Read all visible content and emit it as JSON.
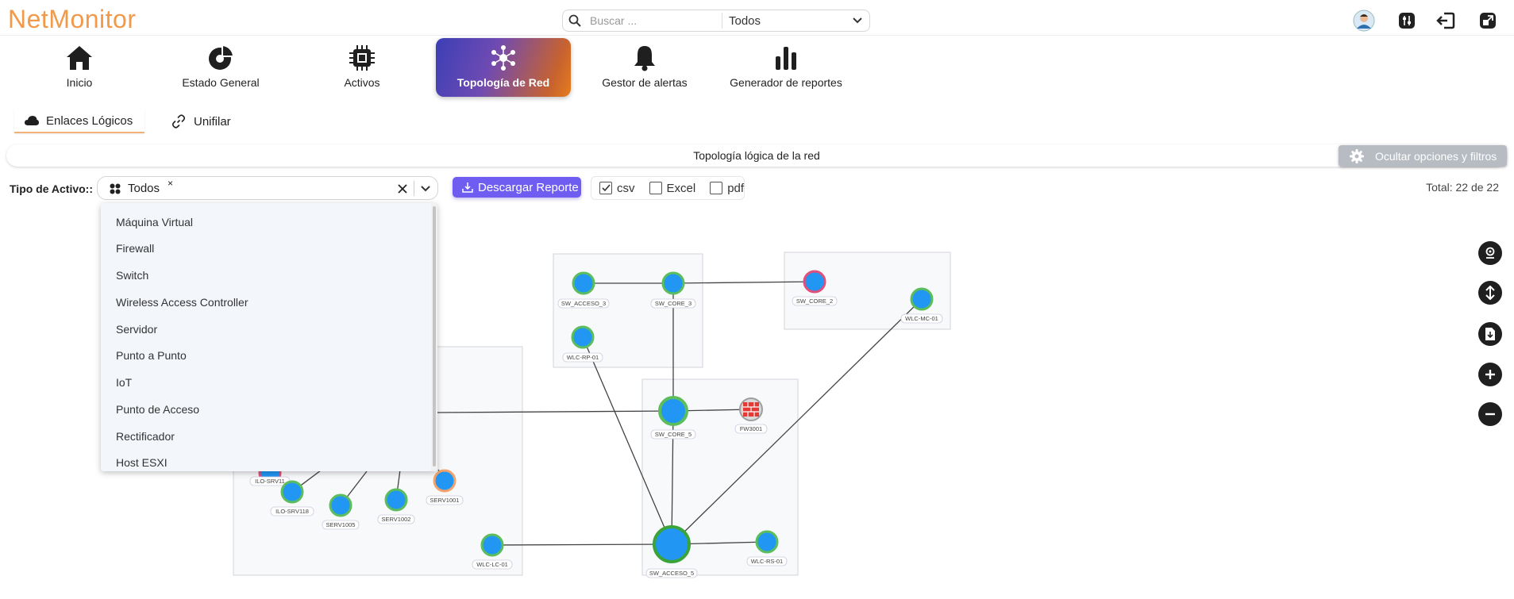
{
  "app": {
    "logo": "NetMonitor"
  },
  "search": {
    "placeholder": "Buscar ...",
    "scope_value": "Todos"
  },
  "nav": {
    "items": [
      {
        "label": "Inicio",
        "icon": "home-icon"
      },
      {
        "label": "Estado General",
        "icon": "chart-pie-icon"
      },
      {
        "label": "Activos",
        "icon": "chip-icon"
      },
      {
        "label": "Topología de Red",
        "icon": "network-icon",
        "active": true
      },
      {
        "label": "Gestor de alertas",
        "icon": "bell-icon"
      },
      {
        "label": "Generador de reportes",
        "icon": "bar-chart-icon"
      }
    ]
  },
  "subtabs": {
    "logical": "Enlaces Lógicos",
    "unifilar": "Unifilar"
  },
  "panel": {
    "title": "Topología lógica de la red",
    "hide_options": "Ocultar opciones y filtros",
    "asset_type_label": "Tipo de Activo::",
    "selected_chip": "Todos",
    "chip_remove": "×",
    "download_button": "Descargar Reporte",
    "formats": {
      "csv": "csv",
      "excel": "Excel",
      "pdf": "pdf"
    },
    "csv_checked": true,
    "total": "Total: 22 de 22"
  },
  "dropdown": {
    "options": [
      "Máquina Virtual",
      "Firewall",
      "Switch",
      "Wireless Access Controller",
      "Servidor",
      "Punto a Punto",
      "IoT",
      "Punto de Acceso",
      "Rectificador",
      "Host ESXI"
    ]
  },
  "topology": {
    "nodes": {
      "sw_acceso_3": "SW_ACCESO_3",
      "sw_core_3": "SW_CORE_3",
      "wlc_rp_01": "WLC-RP-01",
      "sw_core_2": "SW_CORE_2",
      "wlc_mc_01": "WLC-MC-01",
      "sw_core_5": "SW_CORE_5",
      "fw3001": "FW3001",
      "sw_acceso_5": "SW_ACCESO_5",
      "wlc_rs_01": "WLC-RS-01",
      "wlc_lc_01": "WLC-LC-01",
      "ilo_srv11": "ILO-SRV11",
      "ilo_srv118": "ILO-SRV118",
      "serv1005": "SERV1005",
      "serv1002": "SERV1002",
      "serv1001": "SERV1001"
    },
    "colors": {
      "node_blue": "#2196f3",
      "ring_green": "#5bbd5b",
      "ring_pink": "#e0507a",
      "ring_orange": "#f3a36b"
    }
  },
  "colors": {
    "brand": "#f2994a",
    "download": "#6f5cf1"
  }
}
